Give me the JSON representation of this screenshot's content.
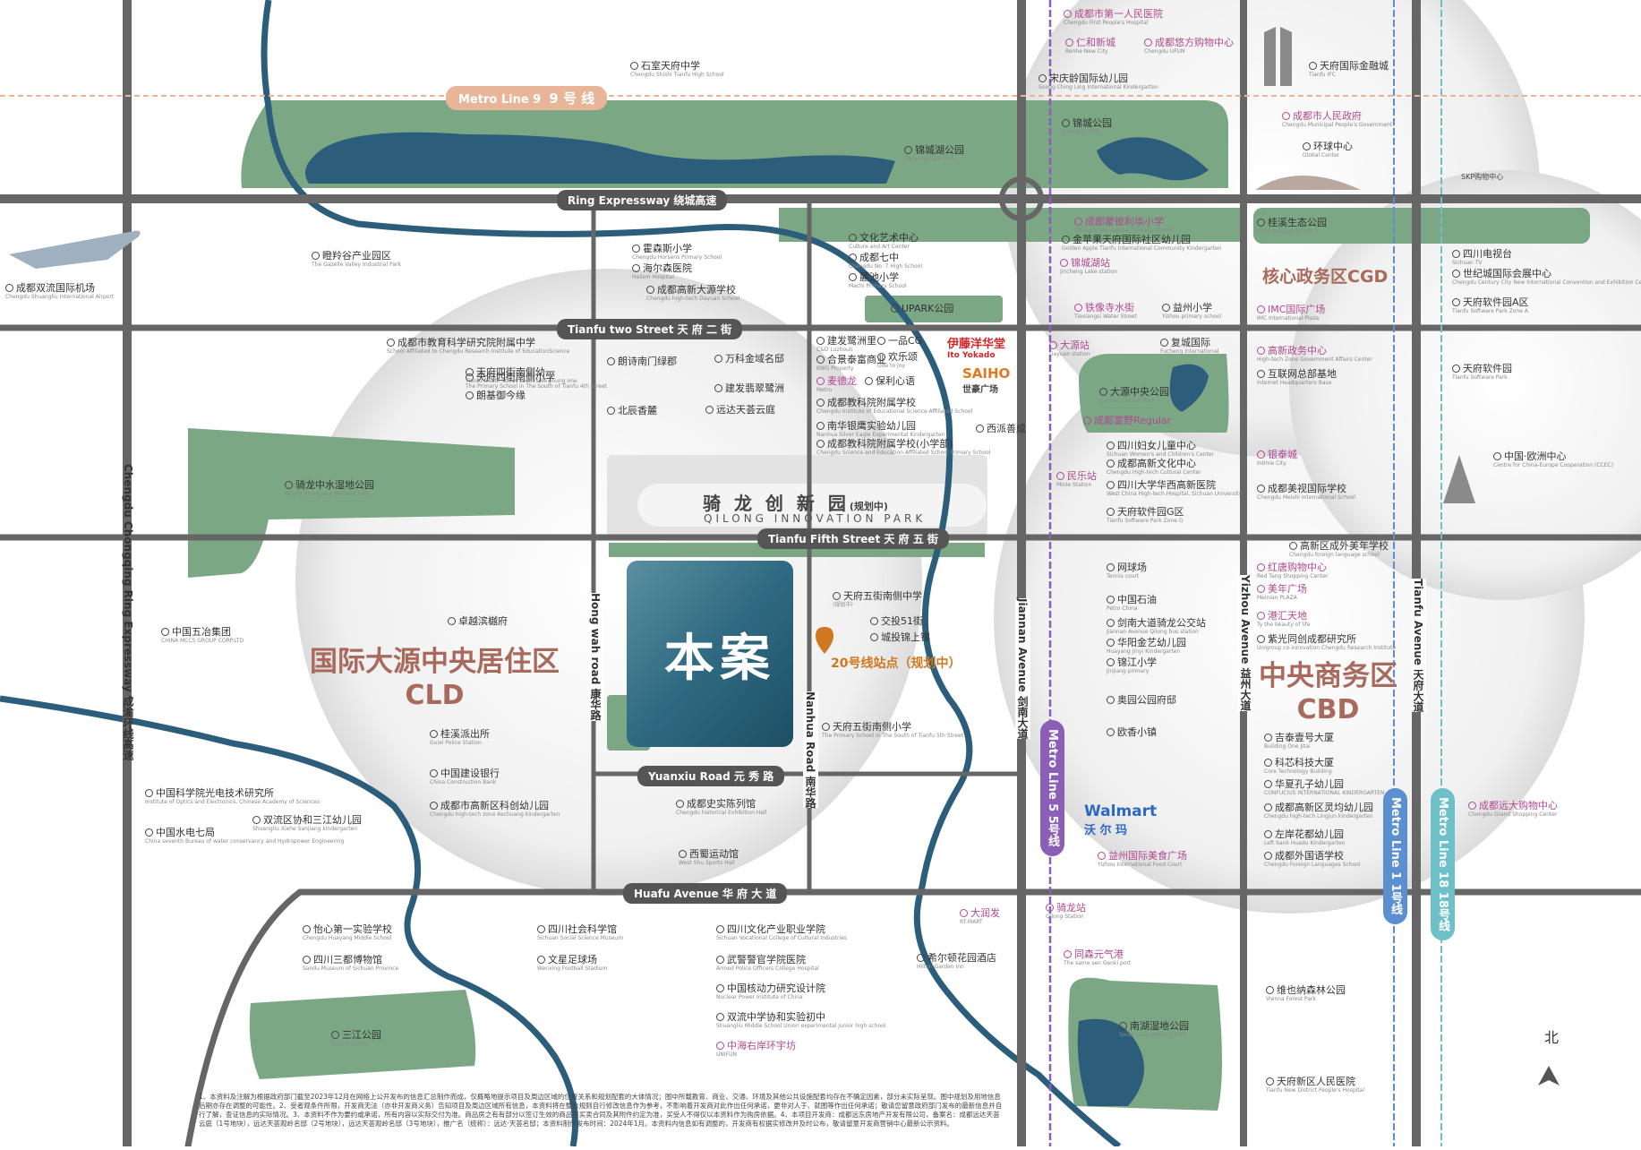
{
  "map": {
    "project": {
      "title": "本案",
      "station": "20号线站点（规划中）"
    },
    "innovation_park": {
      "cn": "骑 龙 创 新 园",
      "tag": "(规划中)",
      "en": "QILONG INNOVATION PARK"
    },
    "districts": [
      {
        "cn": "国际大源中央居住区",
        "abbr": "CLD"
      },
      {
        "cn": "中央商务区",
        "abbr": "CBD"
      },
      {
        "cn": "核心政务区CGD"
      }
    ],
    "roads": {
      "ring": "Ring Expressway  绕城高速",
      "tianfu2": "Tianfu two Street   天 府 二 街",
      "tianfu5": "Tianfu Fifth Street   天 府 五 街",
      "yuanxiu": "Yuanxiu Road   元 秀 路",
      "huafu": "Huafu Avenue  华 府 大 道",
      "chengyu": "Chengdu Chongqing Ring Expressway  成渝环线高速",
      "hongwah": "Hong wah road  康华路",
      "nanhua": "Nanhua Road  南华路",
      "jiannan": "Jiannan Avenue  剑南大道",
      "yizhou": "Yizhou Avenue  益州大道",
      "tianfu_ave": "Tianfu Avenue  天府大道"
    },
    "metro": {
      "line9": "Metro Line 9",
      "line9_cn": "9 号 线",
      "line5": "Metro Line 5  5号线",
      "line1": "Metro Line 1  1号线",
      "line18": "Metro Line 18  18号线"
    },
    "pois": [
      {
        "cn": "石室天府中学",
        "en": "Chengdu Shishi Tianfu High School"
      },
      {
        "cn": "锦城湖公园",
        "en": "Jincheng Lake Park"
      },
      {
        "cn": "成都市第一人民医院",
        "en": "Chengdu First People's Hospital",
        "pink": true
      },
      {
        "cn": "仁和新城",
        "en": "Renhe New City",
        "pink": true
      },
      {
        "cn": "成都悠方购物中心",
        "en": "Chengdu UFUN",
        "pink": true
      },
      {
        "cn": "宋庆龄国际幼儿园",
        "en": "Soong Ching Ling International Kindergarten"
      },
      {
        "cn": "锦城公园",
        "en": "Jincheng PARK"
      },
      {
        "cn": "天府国际金融城",
        "en": "Tianfu IFC"
      },
      {
        "cn": "成都市人民政府",
        "en": "Chengdu Municipal People's Government",
        "pink": true
      },
      {
        "cn": "环球中心",
        "en": "Global Center"
      },
      {
        "cn": "瞪羚谷产业园区",
        "en": "The Gazelle Valley Industrial Park"
      },
      {
        "cn": "成都双流国际机场",
        "en": "Chengdu Shuangliu International Airport"
      },
      {
        "cn": "霍森斯小学",
        "en": "Chengdu Horsens Primary School"
      },
      {
        "cn": "海尔森医院",
        "en": "Hailsm Hospital"
      },
      {
        "cn": "成都高新大源学校",
        "en": "Chengdu high-tech Dayuan School"
      },
      {
        "cn": "文化艺术中心",
        "en": "Culture and Art Center"
      },
      {
        "cn": "成都七中",
        "en": "Chengdu No. 7 High School"
      },
      {
        "cn": "麓池小学",
        "en": "Machi Primary School"
      },
      {
        "cn": "UPARK公园",
        "en": ""
      },
      {
        "cn": "成都蒙彼利埃小学",
        "en": "Chengdu Montpellier Primary School",
        "pink": true
      },
      {
        "cn": "金苹果天府国际社区幼儿园",
        "en": "Golden Apple Tianfu International Community Kindergarten"
      },
      {
        "cn": "锦城湖站",
        "en": "Jincheng Lake station",
        "pink": true
      },
      {
        "cn": "桂溪生态公园",
        "en": "Guixi Ecological Park"
      },
      {
        "cn": "铁像寺水街",
        "en": "Tiexiangsi Water Street",
        "pink": true
      },
      {
        "cn": "益州小学",
        "en": "Yizhou primary school"
      },
      {
        "cn": "IMC国际广场",
        "en": "IMC International Plaza",
        "pink": true
      },
      {
        "cn": "四川电视台",
        "en": "Sichuan TV"
      },
      {
        "cn": "世纪城国际会展中心",
        "en": "Chengdu Century City New International Convention and Exhibition Center"
      },
      {
        "cn": "天府软件园A区",
        "en": "Tianfu Software Park Zone A"
      },
      {
        "cn": "成都市教育科学研究院附属中学",
        "en": "School Affiliated to Chengdu Research Institute of EducationScience"
      },
      {
        "cn": "天府四街南侧小学",
        "en": "The Primary School in The South of Tianfu 4th Street"
      },
      {
        "cn": "天府四街南侧幼一",
        "en": "Tianfu fourth street south side young one"
      },
      {
        "cn": "朗基御今缘",
        "en": ""
      },
      {
        "cn": "朗诗南门绿郡",
        "en": ""
      },
      {
        "cn": "万科金域名邸",
        "en": ""
      },
      {
        "cn": "建发翡翠鹭洲",
        "en": ""
      },
      {
        "cn": "北辰香麓",
        "en": ""
      },
      {
        "cn": "远达天荟云庭",
        "en": ""
      },
      {
        "cn": "建发鹭洲里",
        "en": "C&D Luzhouli"
      },
      {
        "cn": "一品CG",
        "en": ""
      },
      {
        "cn": "合景泰富商业",
        "en": "KWG Property"
      },
      {
        "cn": "欢乐颂",
        "en": "Ode to Joy"
      },
      {
        "cn": "麦德龙",
        "en": "Metro",
        "pink": true
      },
      {
        "cn": "保利心语",
        "en": ""
      },
      {
        "cn": "成都教科院附属学校",
        "en": "Chengdu Institute of Educational Science Affiliated School"
      },
      {
        "cn": "南华银鹰实验幼儿园",
        "en": "Nanhua Silver Eagle Experimental Kindergarten"
      },
      {
        "cn": "西派善成",
        "en": ""
      },
      {
        "cn": "成都教科院附属学校(小学部)",
        "en": "Chengdu Science and Education Affiliated School Primary School"
      },
      {
        "cn": "大源站",
        "en": "Dayuan station",
        "pink": true
      },
      {
        "cn": "复城国际",
        "en": "Fucheng International"
      },
      {
        "cn": "高新政务中心",
        "en": "High-tech Zone Government Affairs Center",
        "pink": true
      },
      {
        "cn": "互联网总部基地",
        "en": "Internet Headquarters Base"
      },
      {
        "cn": "天府软件园",
        "en": "Tianfu Software Park"
      },
      {
        "cn": "大源中央公园",
        "en": "Dayuan Central Park"
      },
      {
        "cn": "成都富野Regular",
        "en": "",
        "pink": true
      },
      {
        "cn": "四川妇女儿童中心",
        "en": "Sichuan Women's and Children's Center"
      },
      {
        "cn": "成都高新文化中心",
        "en": "Chengdu High-tech Cultural Center"
      },
      {
        "cn": "四川大学华西高新医院",
        "en": "West China High-tech Hospital, Sichuan University"
      },
      {
        "cn": "天府软件园G区",
        "en": "Tianfu Software Park Zone G"
      },
      {
        "cn": "民乐站",
        "en": "Minle Station",
        "pink": true
      },
      {
        "cn": "银泰城",
        "en": "Intime City",
        "pink": true
      },
      {
        "cn": "成都美视国际学校",
        "en": "Chengdu Meishi International School"
      },
      {
        "cn": "中国·欧洲中心",
        "en": "Centre for China-Europe Cooperation (CCEC)"
      },
      {
        "cn": "骑龙中水湿地公园",
        "en": "Qilong Zhongshui Wetland Park"
      },
      {
        "cn": "天府五街南侧中学",
        "en": "(规划中)"
      },
      {
        "cn": "交投51街",
        "en": ""
      },
      {
        "cn": "城投锦上锦",
        "en": ""
      },
      {
        "cn": "网球场",
        "en": "Tennis court"
      },
      {
        "cn": "中国石油",
        "en": "Petro China"
      },
      {
        "cn": "剑南大道骑龙公交站",
        "en": "Jiannan Avenue Qilong bus station"
      },
      {
        "cn": "华阳金艺幼儿园",
        "en": "Huayang Jinyi Kindergarten"
      },
      {
        "cn": "锦江小学",
        "en": "Jinjiang primary"
      },
      {
        "cn": "奥园公园府邸",
        "en": ""
      },
      {
        "cn": "欧香小镇",
        "en": ""
      },
      {
        "cn": "高新区成外美年学校",
        "en": "Chengdu foreign language school"
      },
      {
        "cn": "红唐购物中心",
        "en": "Red Tang Shopping Center",
        "pink": true
      },
      {
        "cn": "美年广场",
        "en": "Meinian PLAZA",
        "pink": true
      },
      {
        "cn": "港汇天地",
        "en": "Ty the beauty of life",
        "pink": true
      },
      {
        "cn": "紫光同创成都研究所",
        "en": "Unigroup co-innovation Chengdu Research Institute"
      },
      {
        "cn": "中国五冶集团",
        "en": "CHINA MCC5 GROUP CORP.LTD"
      },
      {
        "cn": "卓越滨樾府",
        "en": ""
      },
      {
        "cn": "天府五街南侧小学",
        "en": "The Primary School in The South of Tianfu 5th Street"
      },
      {
        "cn": "桂溪派出所",
        "en": "Guixi Police Station"
      },
      {
        "cn": "中国建设银行",
        "en": "China Construction Bank"
      },
      {
        "cn": "成都市高新区科创幼儿园",
        "en": "Chengdu high-tech zone Kechuang kindergarten"
      },
      {
        "cn": "中国科学院光电技术研究所",
        "en": "Institute of Optics and Electronics, Chinese Academy of Sciences"
      },
      {
        "cn": "双流区协和三江幼儿园",
        "en": "Shuangliu Xiehe Sanjiang kindergarten"
      },
      {
        "cn": "中国水电七局",
        "en": "China seventh Bureau of water conservancy and Hydropower Engineering"
      },
      {
        "cn": "成都史实陈列馆",
        "en": "Chengdu historical Exhibition Hall"
      },
      {
        "cn": "西蜀运动馆",
        "en": "West Shu Sports Hall"
      },
      {
        "cn": "吉泰壹号大厦",
        "en": "Building One Jitai"
      },
      {
        "cn": "科芯科技大厦",
        "en": "Core Technology Building"
      },
      {
        "cn": "华夏孔子幼儿园",
        "en": "CONFUCIUS INTERNATIONAL KINDERGARTEN"
      },
      {
        "cn": "成都高新区灵均幼儿园",
        "en": "Chengdu high-tech Lingjun kindergarten"
      },
      {
        "cn": "左岸花都幼儿园",
        "en": "Left bank Huadu Kindergarten"
      },
      {
        "cn": "成都外国语学校",
        "en": "Chengdu Foreign Languages School"
      },
      {
        "cn": "成都远大购物中心",
        "en": "Chengdu Grand Shopping Center",
        "pink": true
      },
      {
        "cn": "益州国际美食广场",
        "en": "Yizhou International Food Court",
        "pink": true
      },
      {
        "cn": "大润发",
        "en": "RT-MART",
        "pink": true
      },
      {
        "cn": "骑龙站",
        "en": "Qilong Station",
        "pink": true
      },
      {
        "cn": "同森元气港",
        "en": "The same sen Genki port",
        "pink": true
      },
      {
        "cn": "希尔顿花园酒店",
        "en": "Hilton Garden Inn"
      },
      {
        "cn": "怡心第一实验学校",
        "en": "Chengdu Huayang Middle School"
      },
      {
        "cn": "四川三都博物馆",
        "en": "Sandu Museum of Sichuan Province"
      },
      {
        "cn": "四川社会科学馆",
        "en": "Sichuan Social Science Museum"
      },
      {
        "cn": "文星足球场",
        "en": "Wenxing Football Stadium"
      },
      {
        "cn": "四川文化产业职业学院",
        "en": "Sichuan Vocational College of Cultural Industries"
      },
      {
        "cn": "武警警官学院医院",
        "en": "Armed Police Officers College Hospital"
      },
      {
        "cn": "中国核动力研究设计院",
        "en": "Nuclear Power Institute of China"
      },
      {
        "cn": "双流中学协和实验初中",
        "en": "Shuangliu Middle School Union experimental junior high school"
      },
      {
        "cn": "中海右岸环宇坊",
        "en": "UNIFUN",
        "pink": true
      },
      {
        "cn": "三江公园",
        "en": "Sanjiang Park"
      },
      {
        "cn": "南湖湿地公园",
        "en": "South Lake Wetland Park"
      },
      {
        "cn": "维也纳森林公园",
        "en": "Vienna Forest Park"
      },
      {
        "cn": "天府新区人民医院",
        "en": "Tianfu New District People's Hospital"
      }
    ],
    "brands": {
      "ito": "伊藤洋华堂",
      "ito_en": "Ito Yokado",
      "saiho": "SAIHO",
      "saiho_cn": "世豪广场",
      "walmart": "Walmart",
      "walmart_cn": "沃 尔 玛",
      "skp": "SKP购物中心"
    },
    "compass": "北",
    "disclaimer": "1、本资料及注解为根据政府部门截至2023年12月在网络上公开发布的信息汇总制作而成，仅概略地提示项目及周边区域的位置关系和规划配套的大体情况；图中所载教育、商业、交通、环境及其他公共设施配套均存在不确定因素，部分未实际呈现。图中规划及用地信息后期亦存在调整的可能性。2、受者观条件所限，开发商无法（亦非开发商义务）告知项目及周边区域所有信息，本资料将在整合规则自行修改信息作为参考，不影响着开发商对此作出任何承诺，更非对人于、就图等作出任何承诺；敬请您留意政府部门发布的最新信息并自行了解，查证信息的实际情况。3、本资料不作为要约或承诺，所有内容以实际交付为准。商品房之有有部分以签订生效的商品房买卖合同及其附件约定为准，买受人不得仅以本资料作为购房依据。4、本项目开发商：成都远东房地产开发有限公司，备案名：成都远达天荟云庭（1号地块），远达天荟观岭名邸（2号地块），远达天荟观岭名邸（3号地块），推广名（统称）：远达·天荟名邸；本资料制作发布时间：2024年1月。本资料内信息如有调整的，开发商有权据实修改并及时公布，敬请留意开发商营销中心最新公示资料。"
  }
}
